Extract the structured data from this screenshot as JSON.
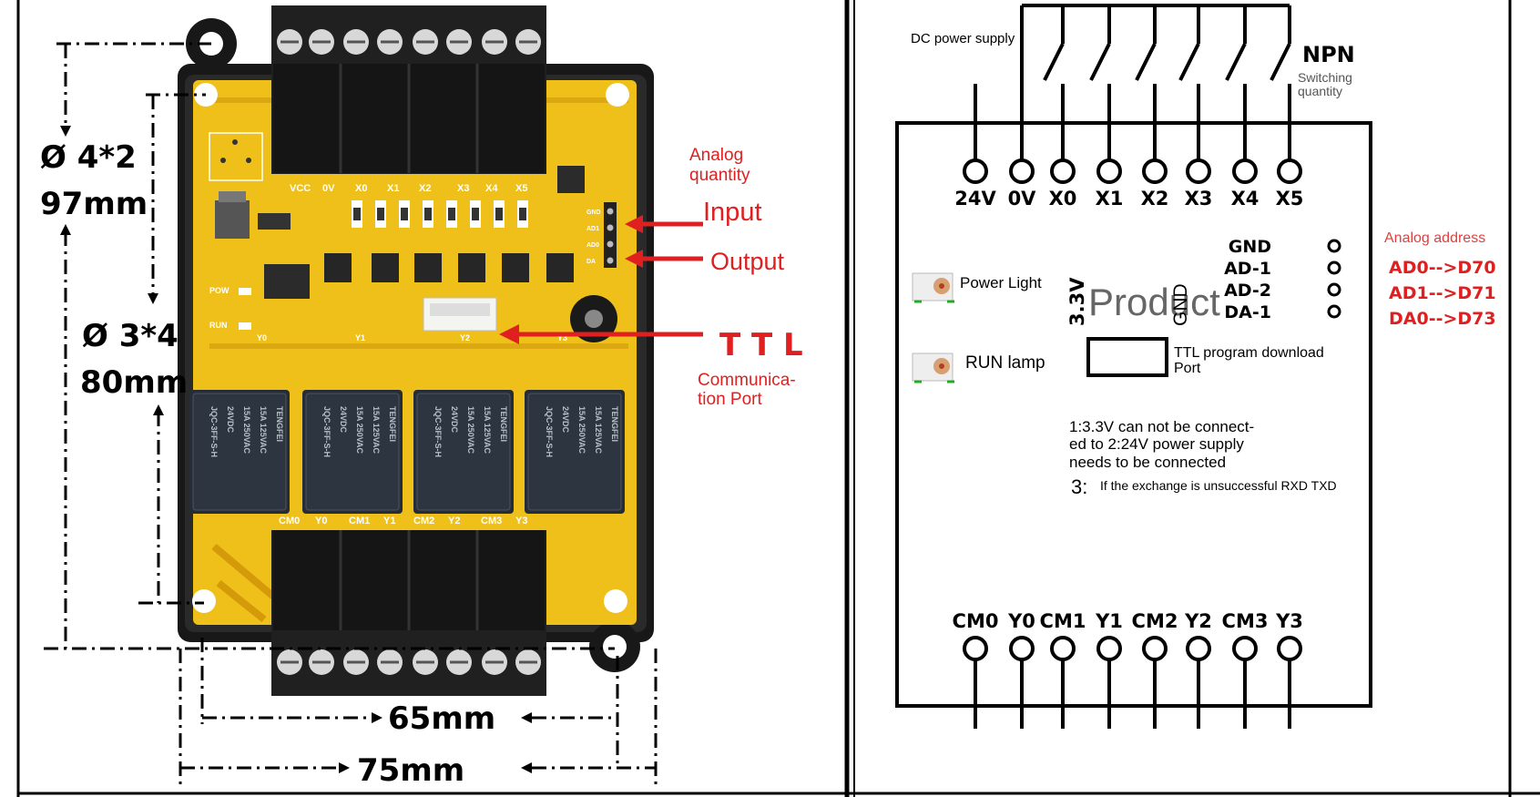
{
  "colors": {
    "pcb": "#f2c318",
    "pcb_dark": "#d69e0b",
    "terminal": "#202020",
    "housing": "#1a1a1a",
    "relay": "#262d36",
    "red": "#e02020",
    "line": "#000000"
  },
  "left": {
    "hole_dia_1": "Ø 4*2",
    "dim_97": "97mm",
    "hole_dia_2": "Ø 3*4",
    "dim_80": "80mm",
    "dim_65": "65mm",
    "dim_75": "75mm",
    "top_pins": [
      "VCC",
      "0V",
      "X0",
      "X1",
      "X2",
      "X3",
      "X4",
      "X5"
    ],
    "bottom_pins": [
      "CM0",
      "Y0",
      "CM1",
      "Y1",
      "CM2",
      "Y2",
      "CM3",
      "Y3"
    ],
    "side_pins": [
      "GND",
      "AD1",
      "AD0",
      "DA"
    ],
    "led_labels": [
      "POW",
      "RUN"
    ],
    "out_labels": [
      "Y0",
      "Y1",
      "Y2",
      "Y3"
    ],
    "relay_text": [
      "JQC-3FF-S-H",
      "24VDC",
      "15A 250VAC",
      "15A 125VAC",
      "TENGFEI"
    ],
    "analog_quantity": "Analog quantity",
    "input": "Input",
    "output": "Output",
    "ttl": "T T L",
    "comm_port": "Communica-tion Port"
  },
  "right": {
    "dc_power_supply": "DC power supply",
    "npn": "NPN",
    "switching_quantity": "Switching quantity",
    "top_terminals": [
      "24V",
      "0V",
      "X0",
      "X1",
      "X2",
      "X3",
      "X4",
      "X5"
    ],
    "bottom_terminals": [
      "CM0",
      "Y0",
      "CM1",
      "Y1",
      "CM2",
      "Y2",
      "CM3",
      "Y3"
    ],
    "analog_pins": [
      "GND",
      "AD-1",
      "AD-2",
      "DA-1"
    ],
    "analog_address_title": "Analog address",
    "analog_address": [
      "AD0-->D70",
      "AD1-->D71",
      "DA0-->D73"
    ],
    "power_light": "Power Light",
    "run_lamp": "RUN lamp",
    "v33": "3.3V",
    "product": "Product",
    "gnd_vertical": "GND",
    "ttl_port": "TTL program download Port",
    "note_1": "1:3.3V can not be connect-ed to 2:24V power supply needs to be connected",
    "note_3_num": "3:",
    "note_3": "If the exchange is unsuccessful RXD TXD"
  }
}
